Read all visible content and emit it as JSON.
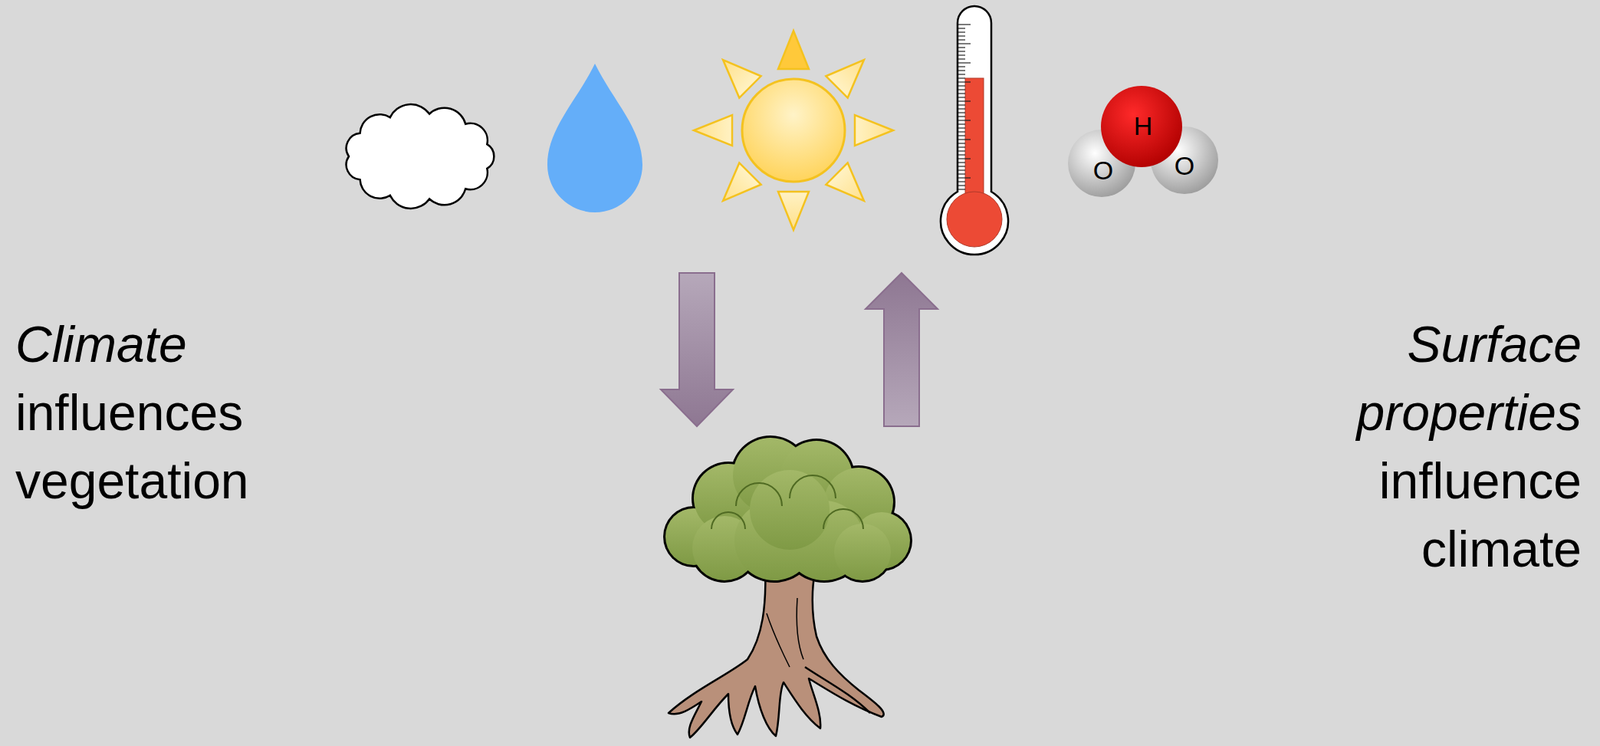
{
  "diagram": {
    "labels": [
      "Climate",
      "influences vegetation",
      "Surface properties",
      "influence climate",
      "H",
      "O",
      "O"
    ]
  }
}
